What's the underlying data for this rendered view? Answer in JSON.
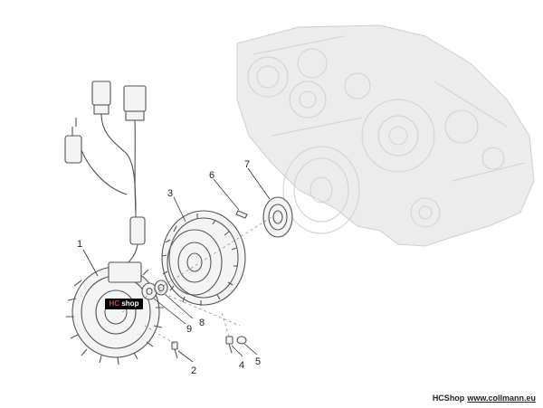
{
  "diagram": {
    "parts": [
      {
        "num": "1",
        "label_for": "stator"
      },
      {
        "num": "2",
        "label_for": "screw-left"
      },
      {
        "num": "3",
        "label_for": "flywheel"
      },
      {
        "num": "4",
        "label_for": "screw-right"
      },
      {
        "num": "5",
        "label_for": "washer-right"
      },
      {
        "num": "6",
        "label_for": "key"
      },
      {
        "num": "7",
        "label_for": "seal"
      },
      {
        "num": "8",
        "label_for": "nut"
      },
      {
        "num": "9",
        "label_for": "washer"
      }
    ]
  },
  "watermark": {
    "prefix": "HC",
    "word": "shop"
  },
  "footer": {
    "brand": "HCShop",
    "url": "www.collmann.eu"
  }
}
